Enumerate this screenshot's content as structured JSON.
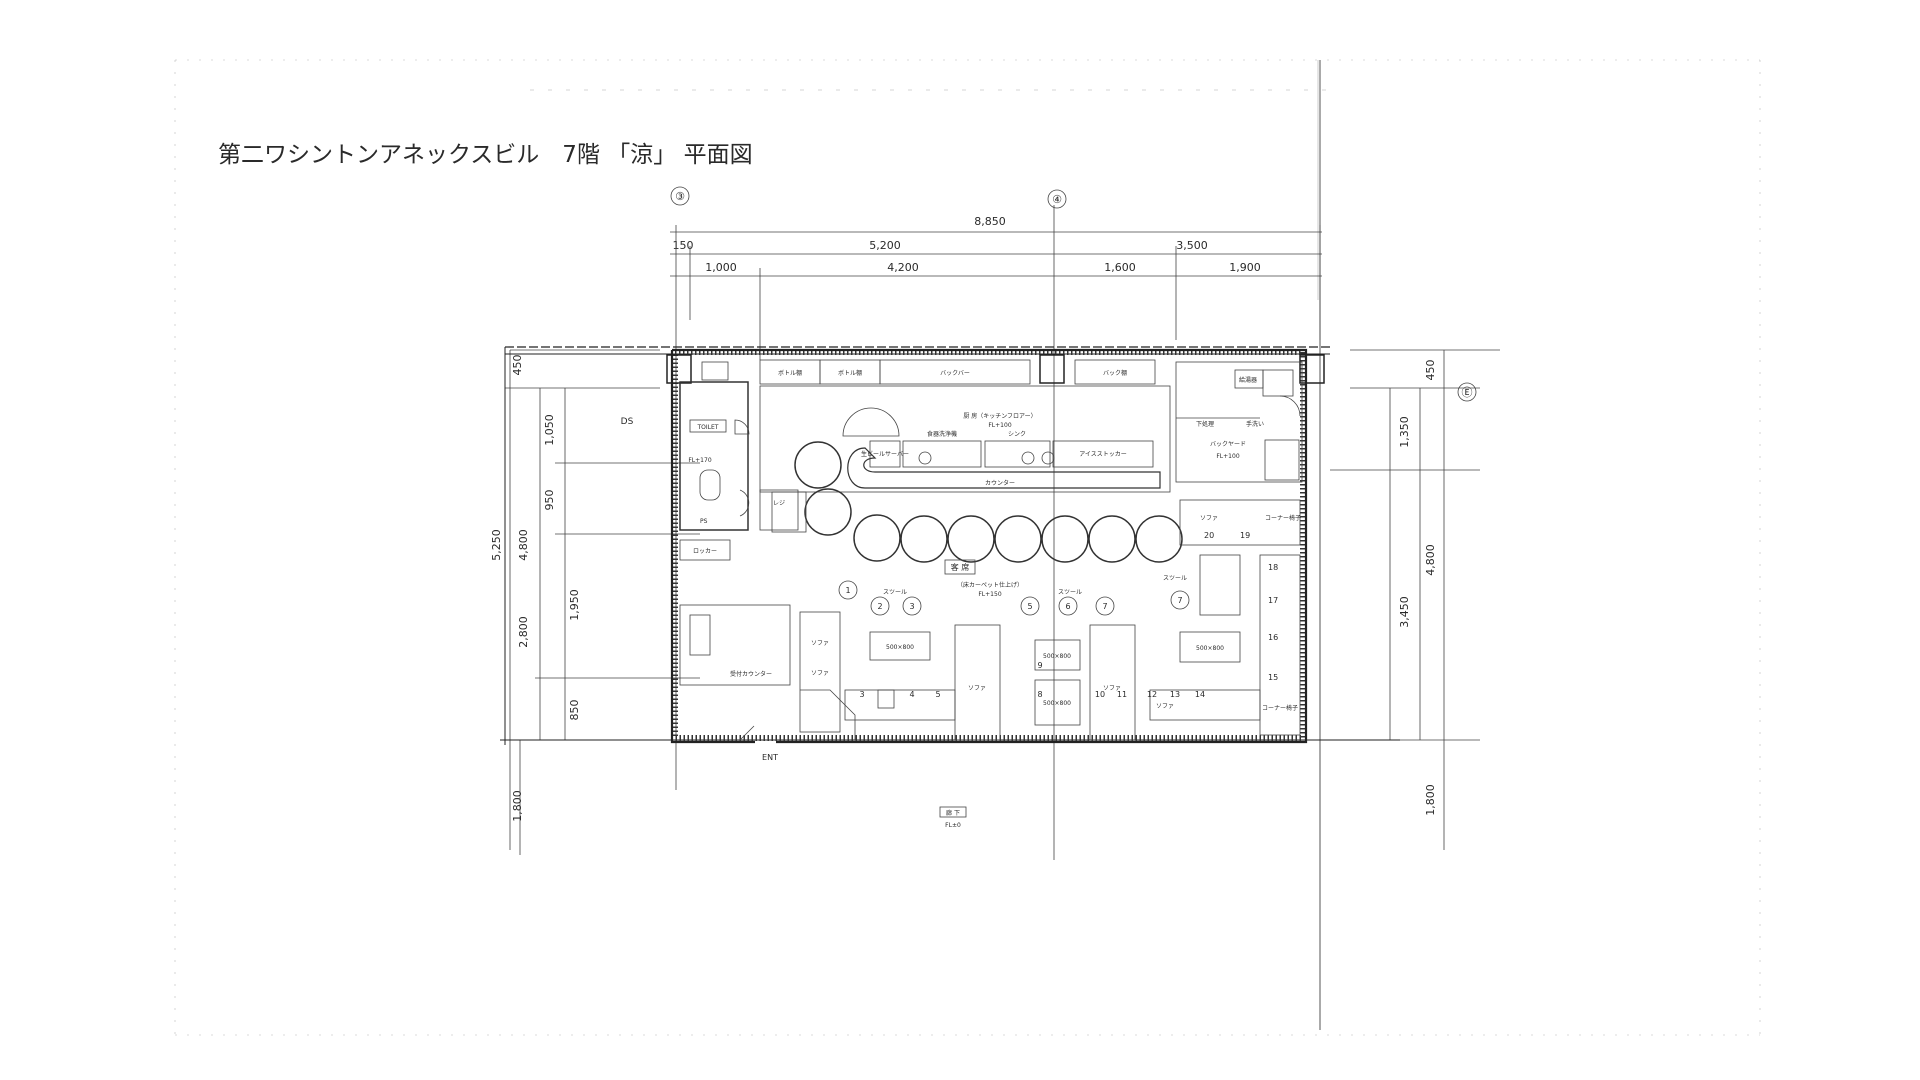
{
  "title": "第二ワシントンアネックスビル　7階 「涼」 平面図",
  "grid": {
    "col3": "③",
    "col4": "④",
    "rowE": "Ⓔ"
  },
  "dims_top": {
    "total": "8,850",
    "row2": [
      "150",
      "5,200",
      "3,500"
    ],
    "row3": [
      "1,000",
      "4,200",
      "1,600",
      "1,900"
    ]
  },
  "dims_left": {
    "total": "5,250",
    "mid": [
      "4,800",
      "2,800"
    ],
    "inner": [
      "1,050",
      "950",
      "1,950",
      "850"
    ],
    "top": "450",
    "bottom": "1,800"
  },
  "dims_right": {
    "top": "450",
    "mid": [
      "1,350",
      "3,450"
    ],
    "total": "4,800",
    "bottom": "1,800"
  },
  "labels": {
    "ds": "DS",
    "toilet": "TOILET",
    "psa": "PS",
    "fl_toilet": "FL+170",
    "locker": "ロッカー",
    "kitchen": "厨 房",
    "kitchen_floor": "厨 房（キッチンフロアー）",
    "fl_kitchen": "FL+100",
    "counter": "カウンター",
    "hall": "客 席",
    "hall_sub": "（床カーペット仕上げ）",
    "fl_hall": "FL+150",
    "corridor": "廊 下",
    "fl_corridor": "FL±0",
    "ent": "ENT",
    "stool_a": "スツール",
    "stool_b": "スツール",
    "stool_c": "スツール",
    "table_a": "500×800",
    "table_b": "500×800",
    "table_c": "500×800",
    "table_d": "500×800",
    "sofa_a": "ソファ",
    "sofa_b": "ソファ",
    "sofa_c": "ソファ",
    "sofa_d": "ソファ",
    "sofa_e": "ソファ",
    "corner_a": "コーナー椅子",
    "corner_b": "コーナー椅子",
    "ice": "アイスストッカー",
    "dishwasher": "食器洗浄機",
    "sink": "シンク",
    "reception": "受付カウンター",
    "register": "レジ",
    "draft": "生ビールサーバー",
    "shelf_a": "ボトル棚",
    "shelf_b": "ボトル棚",
    "shelf_c": "バックバー",
    "shelf_d": "バック棚",
    "prep": "下処理",
    "prep_fl": "FL+100",
    "water_heater": "給湯器",
    "sink2": "手洗い",
    "backyard": "バックヤード"
  },
  "seat_numbers": [
    "1",
    "2",
    "3",
    "4",
    "5",
    "6",
    "7",
    "8",
    "9",
    "10",
    "11",
    "12",
    "13",
    "14",
    "15",
    "16",
    "17",
    "18",
    "19",
    "20"
  ],
  "colors": {
    "ink": "#2a2a2a",
    "paper": "#ffffff"
  }
}
